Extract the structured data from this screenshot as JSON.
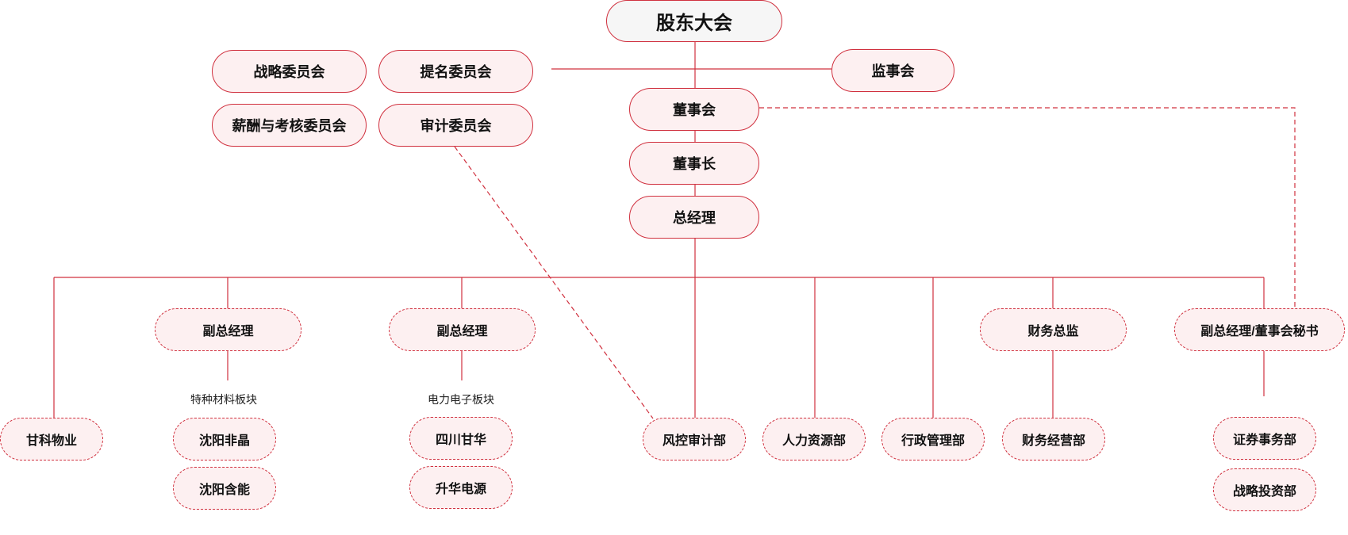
{
  "org": {
    "shareholders": "股东大会",
    "supervisors": "监事会",
    "board": "董事会",
    "chairman": "董事长",
    "gm": "总经理",
    "committees": {
      "strategy": "战略委员会",
      "nomination": "提名委员会",
      "compensation": "薪酬与考核委员会",
      "audit": "审计委员会"
    },
    "deputy_gm_1": "副总经理",
    "deputy_gm_2": "副总经理",
    "cfo": "财务总监",
    "deputy_gm_secretary": "副总经理/董事会秘书",
    "segment_special_materials": "特种材料板块",
    "segment_power_electronics": "电力电子板块",
    "units": {
      "ganke_property": "甘科物业",
      "shenyang_feijing": "沈阳非晶",
      "shenyang_hanneng": "沈阳含能",
      "sichuan_ganhua": "四川甘华",
      "shenghua_power": "升华电源",
      "risk_audit": "风控审计部",
      "hr": "人力资源部",
      "admin": "行政管理部",
      "finance_ops": "财务经营部",
      "securities": "证券事务部",
      "strategic_investment": "战略投资部"
    }
  },
  "colors": {
    "line": "#d0303e",
    "box_fill": "#fdf0f1",
    "root_fill": "#f6f6f6"
  }
}
